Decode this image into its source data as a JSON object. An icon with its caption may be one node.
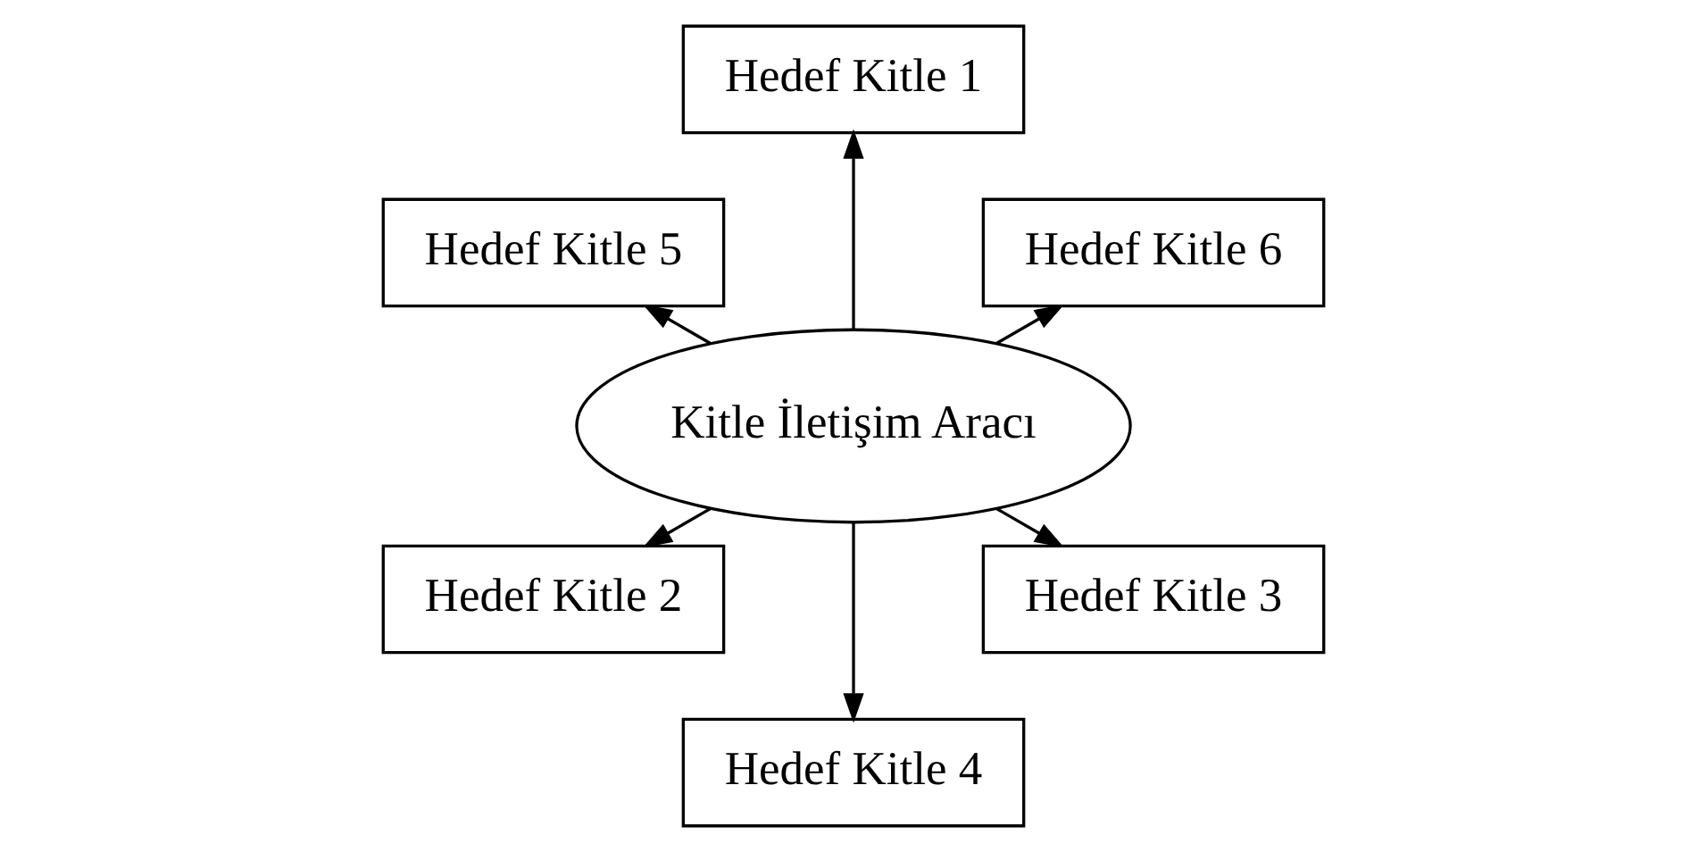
{
  "diagram": {
    "nodes": [
      {
        "text": [
          "Hedef Kitle 6"
        ]
      },
      {
        "text": [
          "Hedef Kitle 1"
        ]
      },
      {
        "text": [
          "Hedef Kitle 5"
        ]
      },
      {
        "text": [
          "Kitle İletişim Aracı"
        ]
      },
      {
        "text": [
          "Hedef Kitle 2"
        ]
      },
      {
        "text": [
          "Hedef Kitle 4"
        ]
      },
      {
        "text": [
          "Hedef Kitle 3"
        ]
      }
    ],
    "edges": [
      {
        "from": 3,
        "to": 0,
        "arrow": "to"
      },
      {
        "from": 3,
        "to": 1,
        "arrow": "to"
      },
      {
        "from": 3,
        "to": 2,
        "arrow": "to"
      },
      {
        "from": 3,
        "to": 4,
        "arrow": "to"
      },
      {
        "from": 3,
        "to": 5,
        "arrow": "to"
      },
      {
        "from": 3,
        "to": 6,
        "arrow": "to"
      }
    ]
  }
}
